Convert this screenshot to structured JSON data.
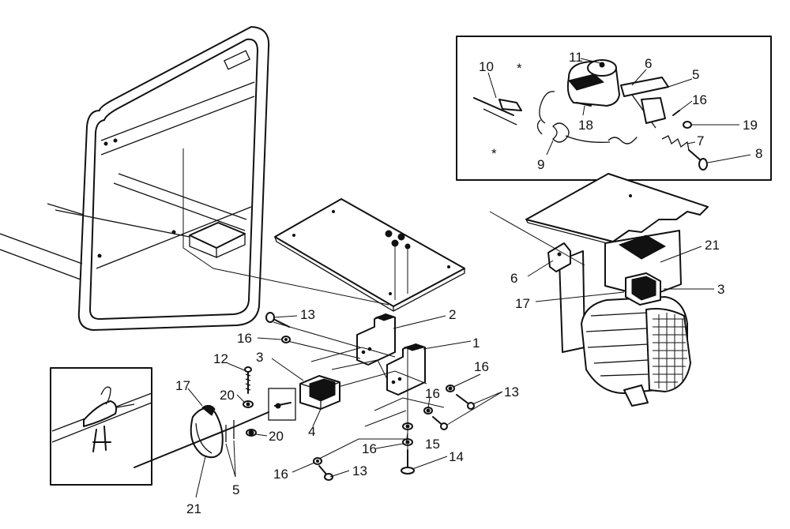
{
  "callouts": {
    "n11": "11",
    "n10": "10",
    "n6_inset": "6",
    "n5_inset": "5",
    "n16_inset": "16",
    "n18": "18",
    "n19": "19",
    "n7": "7",
    "n8": "8",
    "n9": "9",
    "n21_right": "21",
    "n6_right": "6",
    "n3_right": "3",
    "n17_right": "17",
    "n13_a": "13",
    "n16_a": "16",
    "n2": "2",
    "n1": "1",
    "n12": "12",
    "n3_mid": "3",
    "n17_left": "17",
    "n20_a": "20",
    "n20_b": "20",
    "n4": "4",
    "n16_b": "16",
    "n16_c": "16",
    "n13_b": "13",
    "n15": "15",
    "n16_d": "16",
    "n14": "14",
    "n16_e": "16",
    "n13_c": "13",
    "n21_left": "21",
    "n5_left": "5"
  },
  "symbols": {
    "asterisk": "*"
  },
  "colors": {
    "ink": "#111111",
    "paper": "#ffffff"
  }
}
